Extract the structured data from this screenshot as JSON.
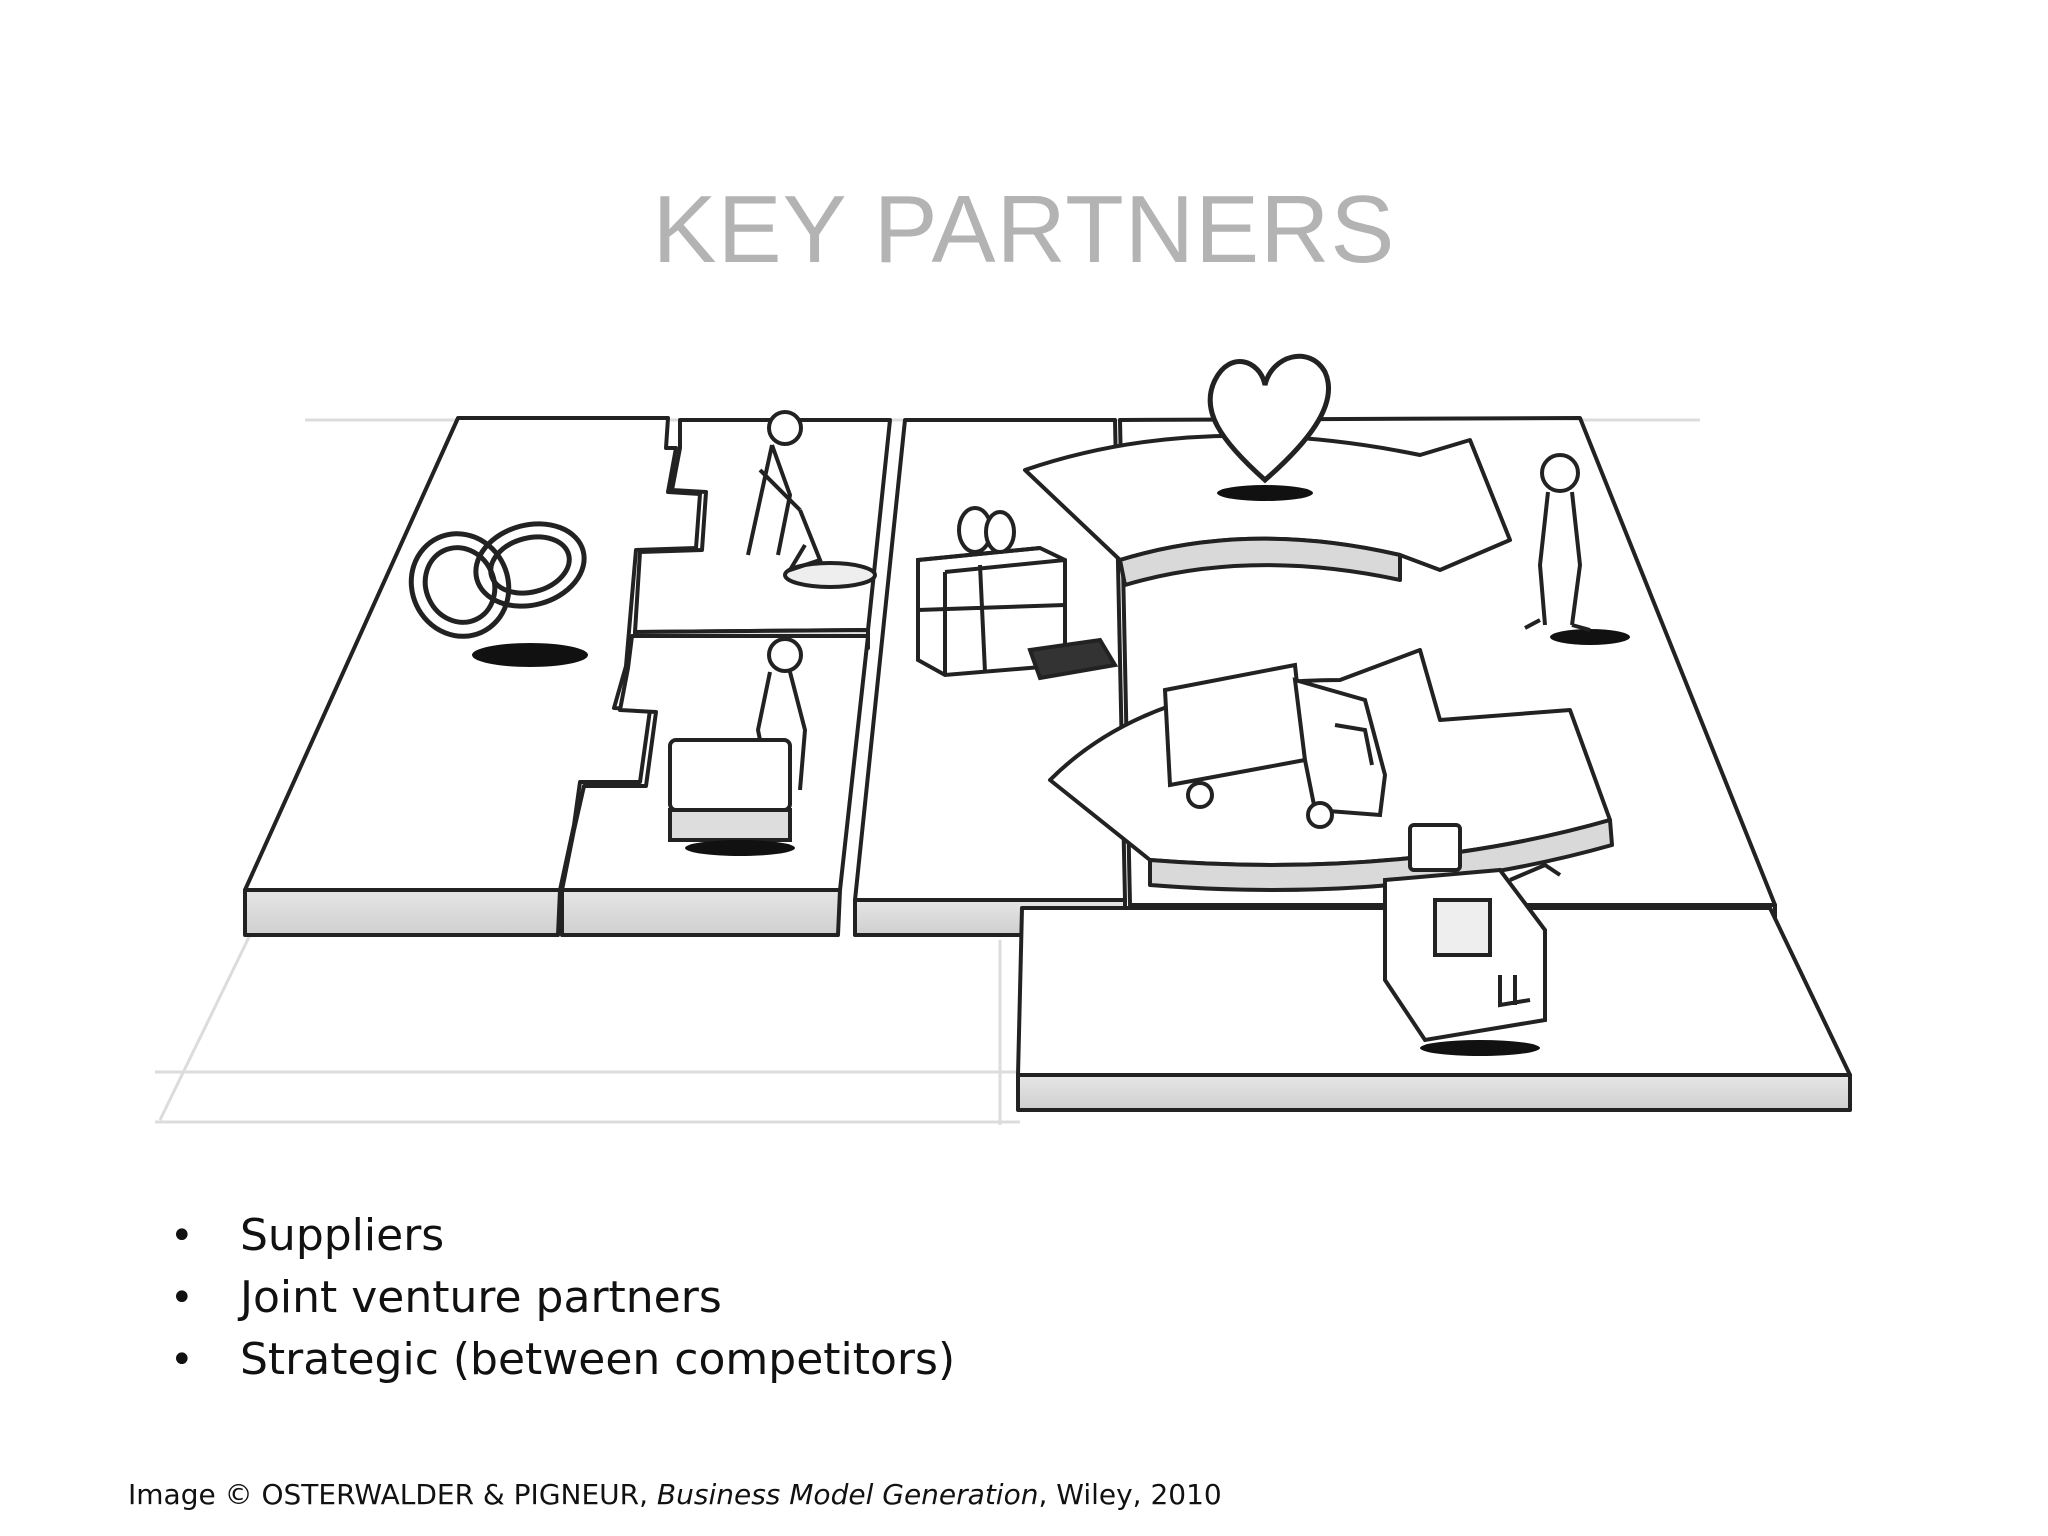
{
  "slide": {
    "title": "KEY PARTNERS"
  },
  "illustration": {
    "icons": [
      "rings-icon",
      "digging-person-icon",
      "worker-at-machine-icon",
      "gift-box-icon",
      "heart-icon",
      "standing-person-icon",
      "delivery-truck-icon",
      "cash-register-icon"
    ],
    "colors": {
      "line": "#222222",
      "shade": "#d9d9d9",
      "shadow": "#111111"
    }
  },
  "bullets": [
    "Suppliers",
    "Joint venture partners",
    "Strategic (between competitors)"
  ],
  "credit": {
    "prefix": "Image © OSTERWALDER & PIGNEUR, ",
    "book": "Business Model Generation",
    "suffix": ", Wiley, 2010"
  }
}
